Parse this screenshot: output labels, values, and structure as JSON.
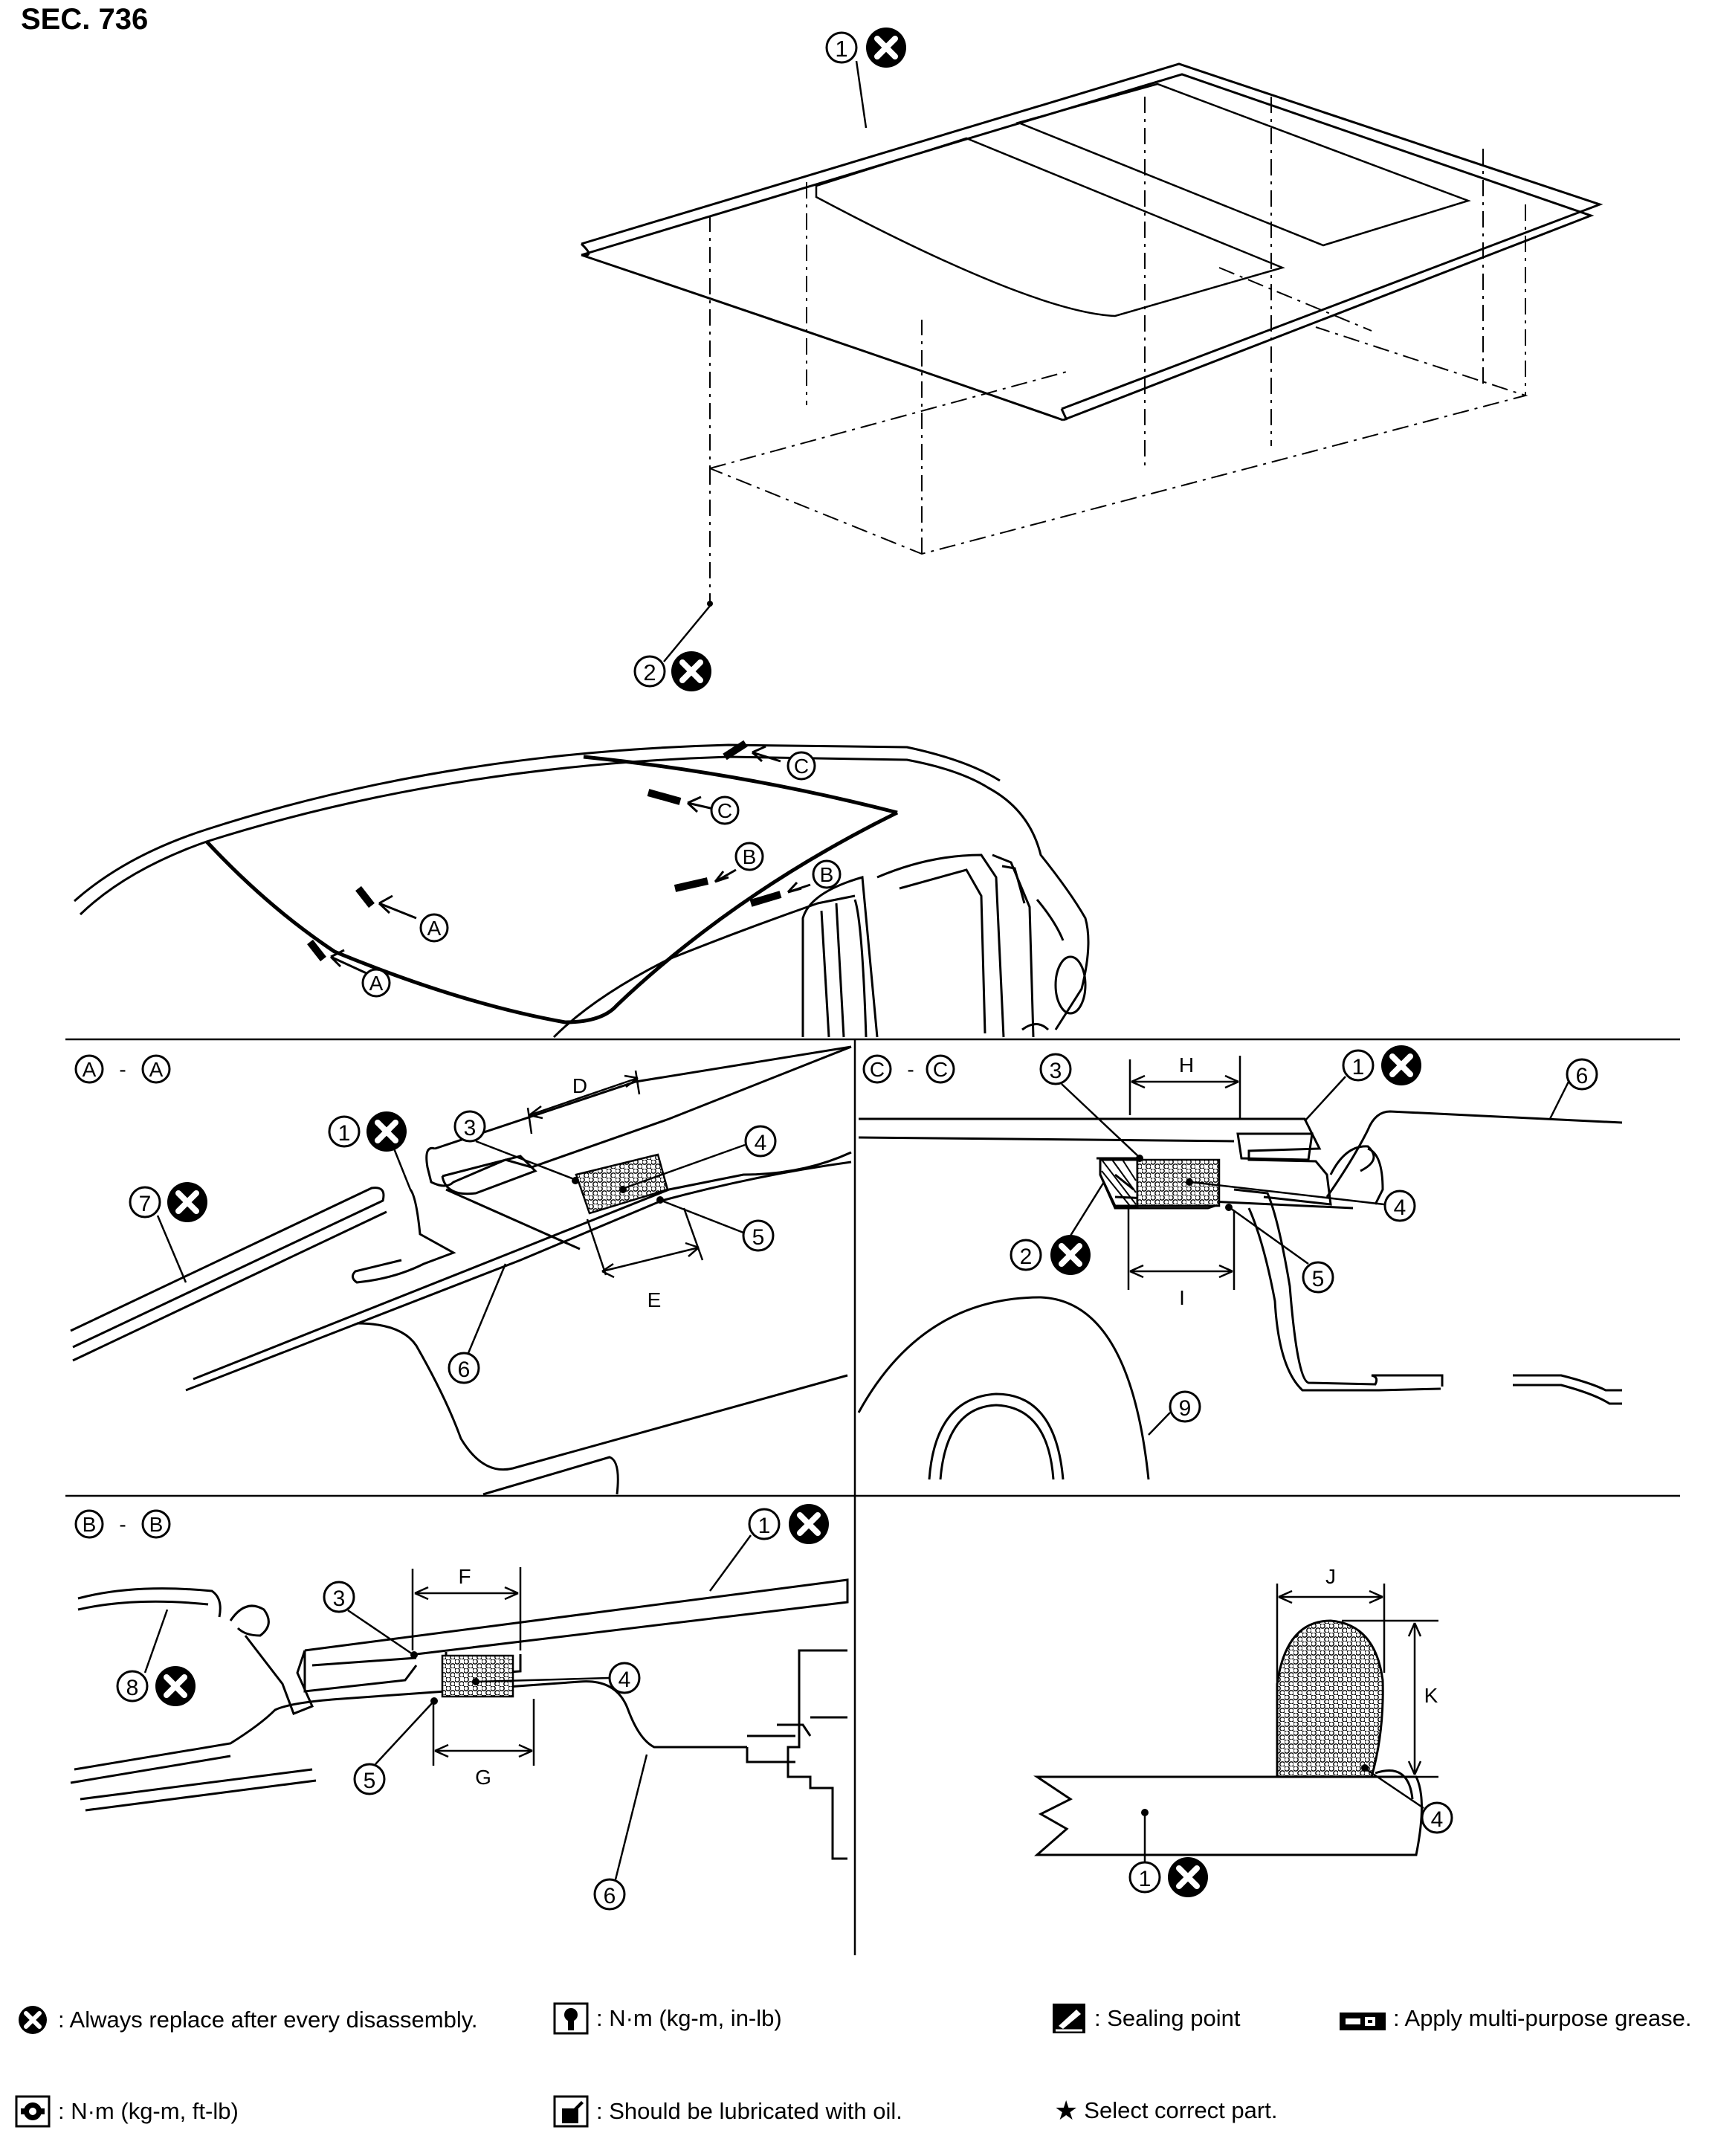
{
  "header": {
    "section": "SEC. 736"
  },
  "sections": {
    "aa": {
      "left": "A",
      "right": "A",
      "sep": "-"
    },
    "bb": {
      "left": "B",
      "right": "B",
      "sep": "-"
    },
    "cc": {
      "left": "C",
      "right": "C",
      "sep": "-"
    }
  },
  "callouts": {
    "n1": "1",
    "n2": "2",
    "n3": "3",
    "n4": "4",
    "n5": "5",
    "n6": "6",
    "n7": "7",
    "n8": "8",
    "n9": "9"
  },
  "view_markers": {
    "a": "A",
    "b": "B",
    "c": "C"
  },
  "dimensions": {
    "d": "D",
    "e": "E",
    "f": "F",
    "g": "G",
    "h": "H",
    "i": "I",
    "j": "J",
    "k": "K"
  },
  "legend": {
    "replace": ": Always replace after every disassembly.",
    "torque_in": ": N·m (kg-m, in-lb)",
    "sealing": ": Sealing point",
    "grease": ": Apply multi-purpose grease.",
    "torque_ft": ": N·m (kg-m, ft-lb)",
    "oil": ": Should be lubricated with oil.",
    "select": "Select correct part.",
    "star": "★"
  },
  "icons": {
    "replace": "x-circle-icon",
    "torque_in": "torque-wrench-icon",
    "sealing": "sealing-point-icon",
    "grease": "grease-icon",
    "torque_ft": "torque-icon",
    "oil": "oil-can-icon"
  }
}
